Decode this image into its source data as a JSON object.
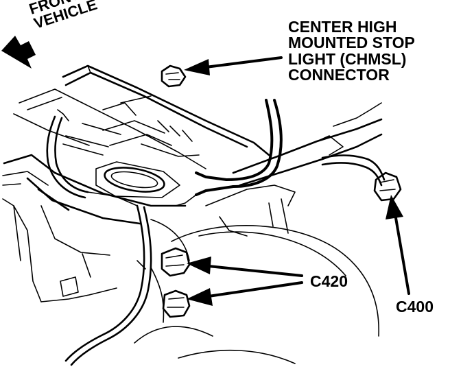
{
  "labels": {
    "front_line1": "FRONT OF",
    "front_line2": "VEHICLE",
    "chmsl_line1": "CENTER HIGH",
    "chmsl_line2": "MOUNTED STOP",
    "chmsl_line3": "LIGHT (CHMSL)",
    "chmsl_line4": "CONNECTOR",
    "c420": "C420",
    "c400": "C400"
  },
  "icons": {
    "front_arrow": "arrow-up-left-icon",
    "callout_arrows": "arrow-icon"
  },
  "colors": {
    "ink": "#000000",
    "paper": "#ffffff"
  }
}
